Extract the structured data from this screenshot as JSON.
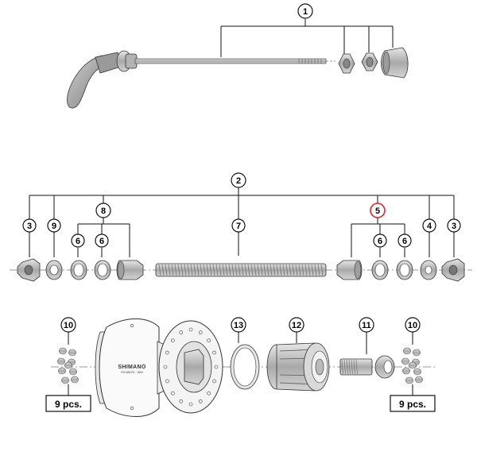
{
  "diagram": {
    "type": "exploded-parts-view",
    "callouts": {
      "c1": "1",
      "c2": "2",
      "c3_left": "3",
      "c9": "9",
      "c8": "8",
      "c6_a": "6",
      "c6_b": "6",
      "c7": "7",
      "c5": "5",
      "c6_c": "6",
      "c6_d": "6",
      "c4": "4",
      "c3_right": "3",
      "c10_left": "10",
      "c13": "13",
      "c12": "12",
      "c11": "11",
      "c10_right": "10"
    },
    "highlight_callout": "c5",
    "highlight_color": "#e0242b",
    "pcs_left": "9 pcs.",
    "pcs_right": "9 pcs.",
    "hub_brand": "SHIMANO",
    "hub_model": "FH-M475 · 32H",
    "colors": {
      "line": "#111111",
      "part_fill": "#bdbdbd",
      "part_dark": "#8c8c8c",
      "part_light": "#e4e4e4"
    }
  }
}
